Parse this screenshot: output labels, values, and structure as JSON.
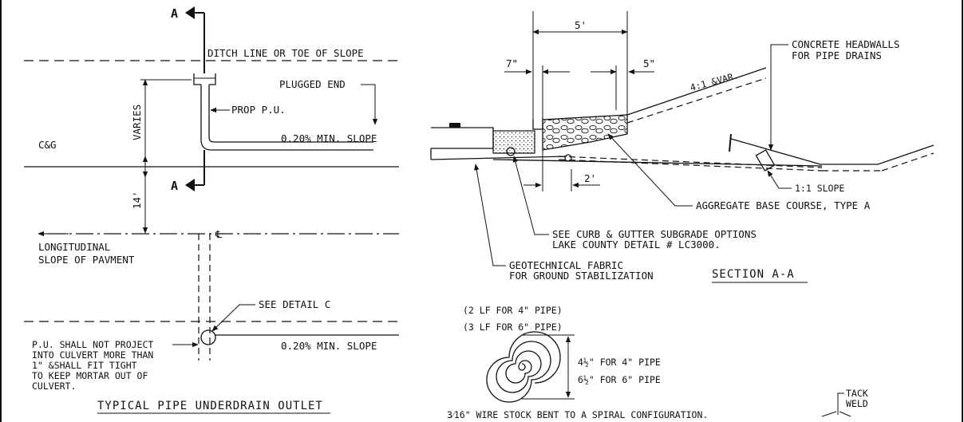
{
  "left": {
    "section_marker_top": "A",
    "section_marker_bottom": "A",
    "ditch_line": "DITCH LINE OR TOE OF SLOPE",
    "plugged_end": "PLUGGED END",
    "prop_pu": "PROP P.U.",
    "varies": "VARIES",
    "cg": "C&G",
    "min_slope_1": "0.20% MIN. SLOPE",
    "dim_14": "14'",
    "centerline": "℄",
    "longitudinal_1": "LONGITUDINAL",
    "longitudinal_2": "SLOPE OF PAVMENT",
    "see_detail_c": "SEE DETAIL C",
    "min_slope_2": "0.20% MIN. SLOPE",
    "pu_note": [
      "P.U. SHALL NOT PROJECT",
      "INTO CULVERT MORE THAN",
      "1\" &SHALL FIT TIGHT",
      "TO KEEP MORTAR OUT OF",
      "CULVERT."
    ],
    "title": "TYPICAL PIPE UNDERDRAIN OUTLET"
  },
  "right": {
    "dim_5ft": "5'",
    "dim_7in": "7\"",
    "dim_5in": "5\"",
    "slope_4_1": "4:1 &VAR.",
    "headwalls": [
      "CONCRETE HEADWALLS",
      "FOR PIPE DRAINS"
    ],
    "dim_2ft": "2'",
    "slope_1_1": "1:1 SLOPE",
    "aggregate": "AGGREGATE BASE COURSE, TYPE A",
    "curb_options": [
      "SEE CURB & GUTTER SUBGRADE OPTIONS",
      "LAKE COUNTY DETAIL # LC3000."
    ],
    "fabric": [
      "GEOTECHNICAL FABRIC",
      "FOR GROUND STABILIZATION"
    ],
    "title": "SECTION A-A",
    "spiral_lf": [
      "(2 LF FOR 4\" PIPE)",
      "(3 LF FOR 6\" PIPE)"
    ],
    "spiral_size": [
      "4½\" FOR 4\" PIPE",
      "6½\" FOR 6\" PIPE"
    ],
    "wire_stock": "3⁄16\" WIRE STOCK BENT TO A SPIRAL CONFIGURATION.",
    "tack_weld": [
      "TACK",
      "WELD"
    ]
  }
}
